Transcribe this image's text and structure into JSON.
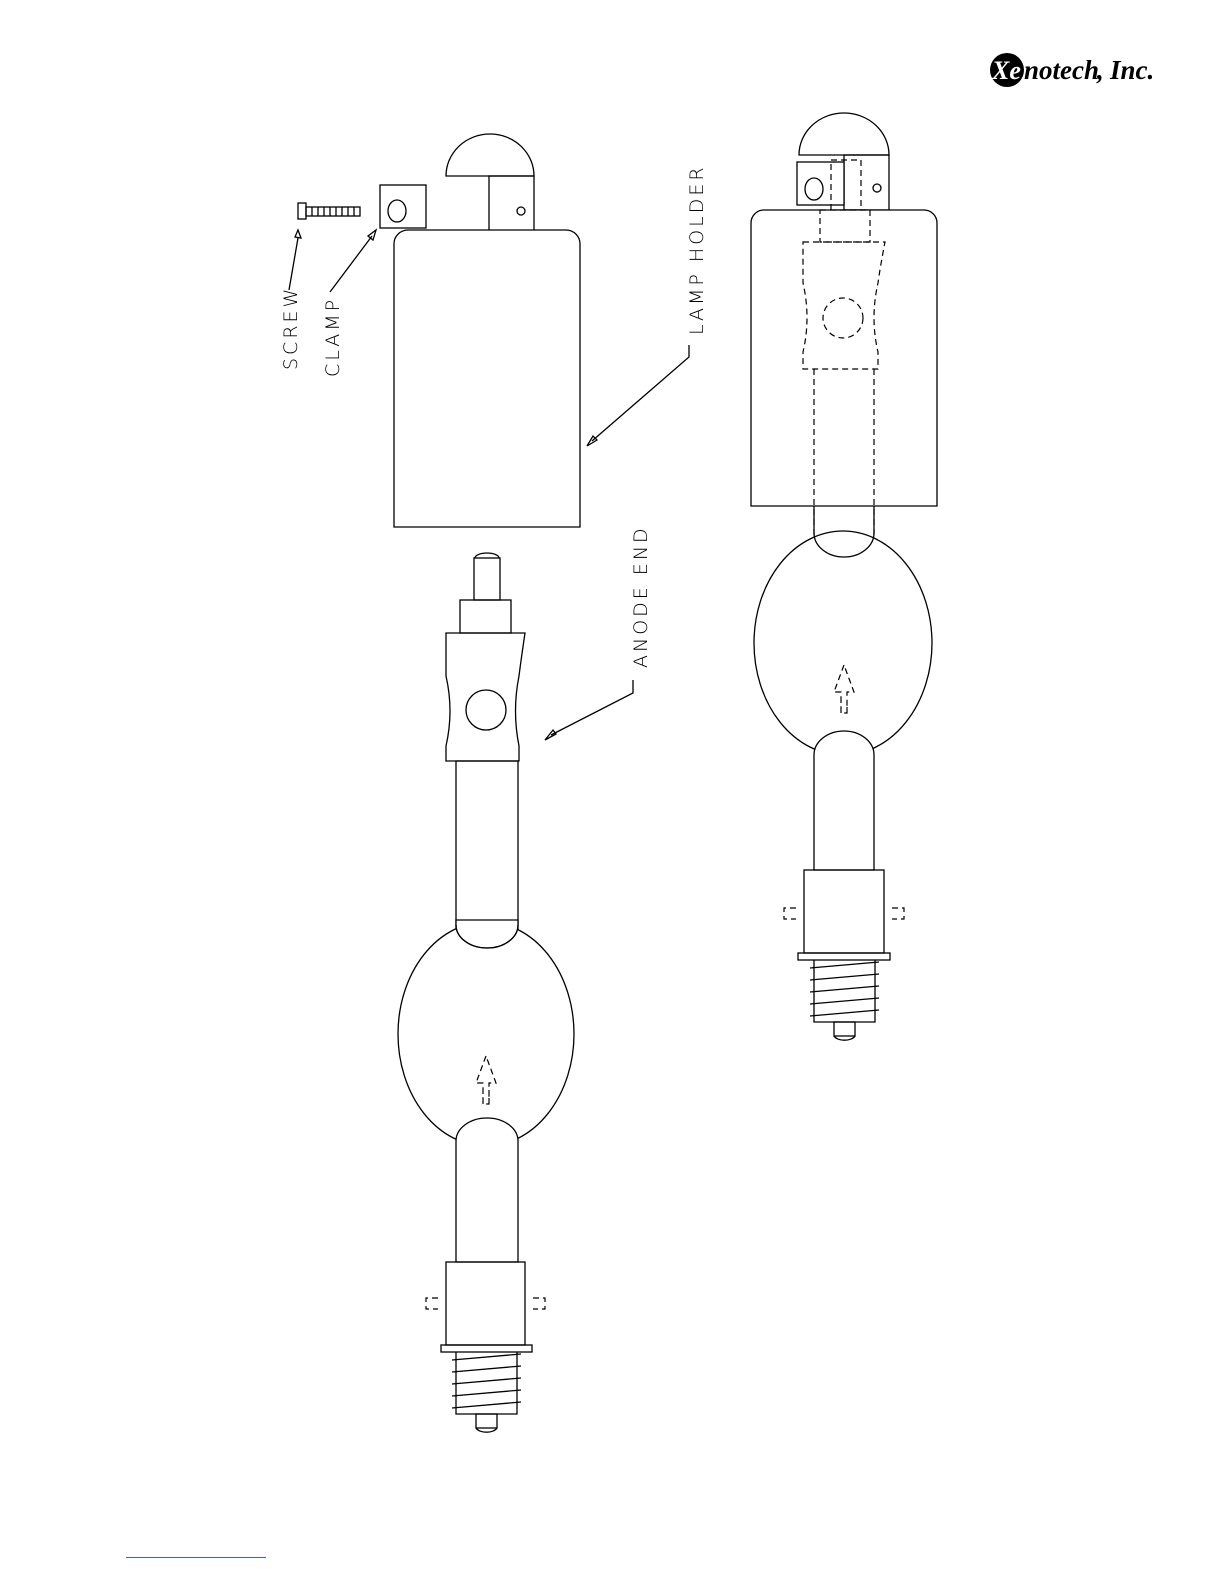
{
  "logo": {
    "mark_letters": "Xe",
    "wordmark": "notech",
    "suffix": "Inc."
  },
  "labels": {
    "screw": "SCREW",
    "clamp": "CLAMP",
    "lamp_holder": "LAMP HOLDER",
    "anode_end": "ANODE END"
  },
  "colors": {
    "line": "#000000",
    "background": "#ffffff",
    "footer_rule": "#3a5fd9"
  }
}
